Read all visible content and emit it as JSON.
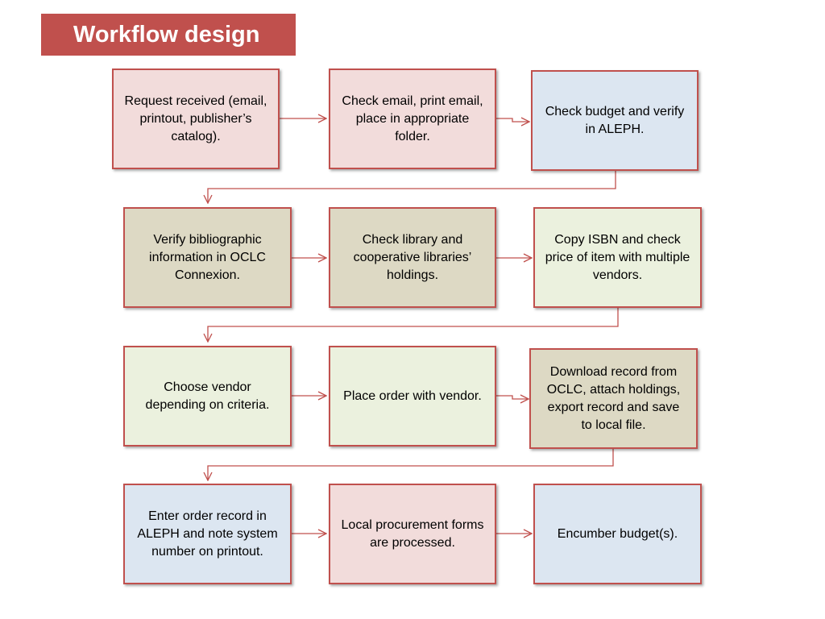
{
  "title": "Workflow design",
  "colors": {
    "accent": "#c0504d",
    "pink": "#f2dcdb",
    "blue": "#dce6f1",
    "tan": "#ddd9c4",
    "green": "#ebf1de"
  },
  "steps": [
    {
      "text": "Request received (email, printout, publisher’s catalog).",
      "fill": "pink"
    },
    {
      "text": "Check email, print email, place in appropriate folder.",
      "fill": "pink"
    },
    {
      "text": "Check budget and verify in ALEPH.",
      "fill": "blue"
    },
    {
      "text": "Verify bibliographic information in OCLC Connexion.",
      "fill": "tan"
    },
    {
      "text": "Check library and cooperative libraries’ holdings.",
      "fill": "tan"
    },
    {
      "text": "Copy ISBN and check price of item with multiple vendors.",
      "fill": "green"
    },
    {
      "text": "Choose vendor depending on criteria.",
      "fill": "green"
    },
    {
      "text": "Place order with vendor.",
      "fill": "green"
    },
    {
      "text": "Download record from OCLC, attach holdings, export record and save to local file.",
      "fill": "tan"
    },
    {
      "text": "Enter order record in ALEPH and note system number on printout.",
      "fill": "blue"
    },
    {
      "text": "Local procurement forms are processed.",
      "fill": "pink"
    },
    {
      "text": "Encumber budget(s).",
      "fill": "blue"
    }
  ]
}
